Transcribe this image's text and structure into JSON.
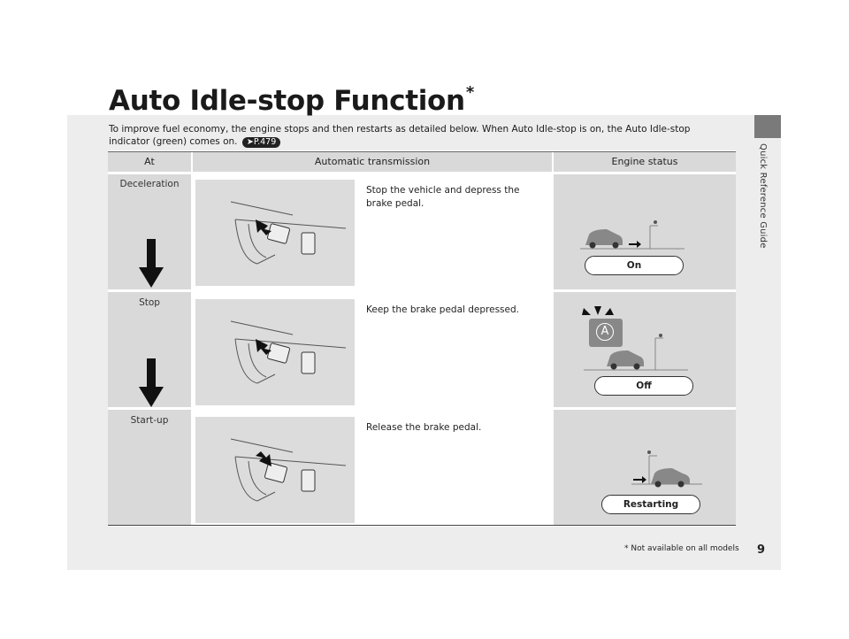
{
  "side_tab": {
    "label": "Quick Reference Guide"
  },
  "page": {
    "title": "Auto Idle-stop Function",
    "title_marker": "*",
    "intro": "To improve fuel economy, the engine stops and then restarts as detailed below. When Auto Idle-stop is on, the Auto Idle-stop indicator (green) comes on.",
    "intro_ref": "P.479",
    "page_number": "9",
    "footnote": "* Not available on all models"
  },
  "table": {
    "headers": {
      "at": "At",
      "action": "Automatic transmission",
      "status": "Engine status"
    },
    "rows": [
      {
        "at": "Deceleration",
        "action": "Stop the vehicle and depress the brake pedal.",
        "status": "On"
      },
      {
        "at": "Stop",
        "action": "Keep the brake pedal depressed.",
        "status": "Off"
      },
      {
        "at": "Start-up",
        "action": "Release the brake pedal.",
        "status": "Restarting"
      }
    ]
  },
  "indicator": {
    "letter": "A"
  },
  "icons": [
    "down-arrow-icon",
    "brake-pedal-illustration",
    "car-icon",
    "traffic-light-icon",
    "auto-idle-stop-indicator-icon"
  ],
  "colors": {
    "header_fill": "#d9d9d9",
    "page_bg": "#ededed",
    "side_tab": "#7a7a7a"
  }
}
